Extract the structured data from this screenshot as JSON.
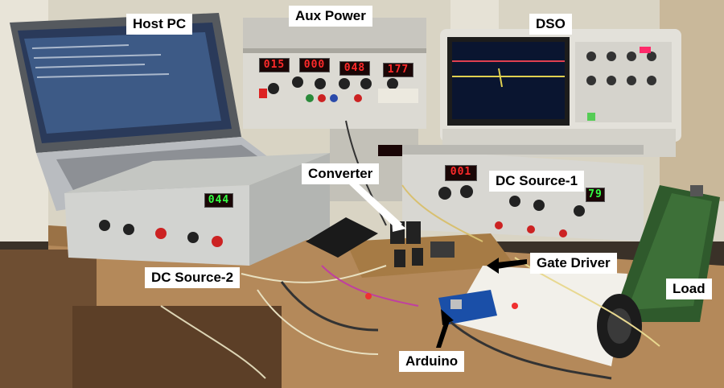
{
  "labels": {
    "host_pc": "Host PC",
    "aux_power": "Aux Power",
    "dso": "DSO",
    "converter": "Converter",
    "dc_source_1": "DC Source-1",
    "gate_driver": "Gate Driver",
    "dc_source_2": "DC Source-2",
    "load": "Load",
    "arduino": "Arduino"
  },
  "displays": {
    "aux_1": "015",
    "aux_2": "000",
    "aux_3": "048",
    "aux_4": "177",
    "dc1": "001",
    "dc1_right": "79",
    "dc2": "044"
  },
  "colors": {
    "label_bg": "#ffffff",
    "display_red": "#ff2a2a",
    "display_green": "#33ff44",
    "wall": "#d9d4c4",
    "desk": "#b4895a"
  }
}
